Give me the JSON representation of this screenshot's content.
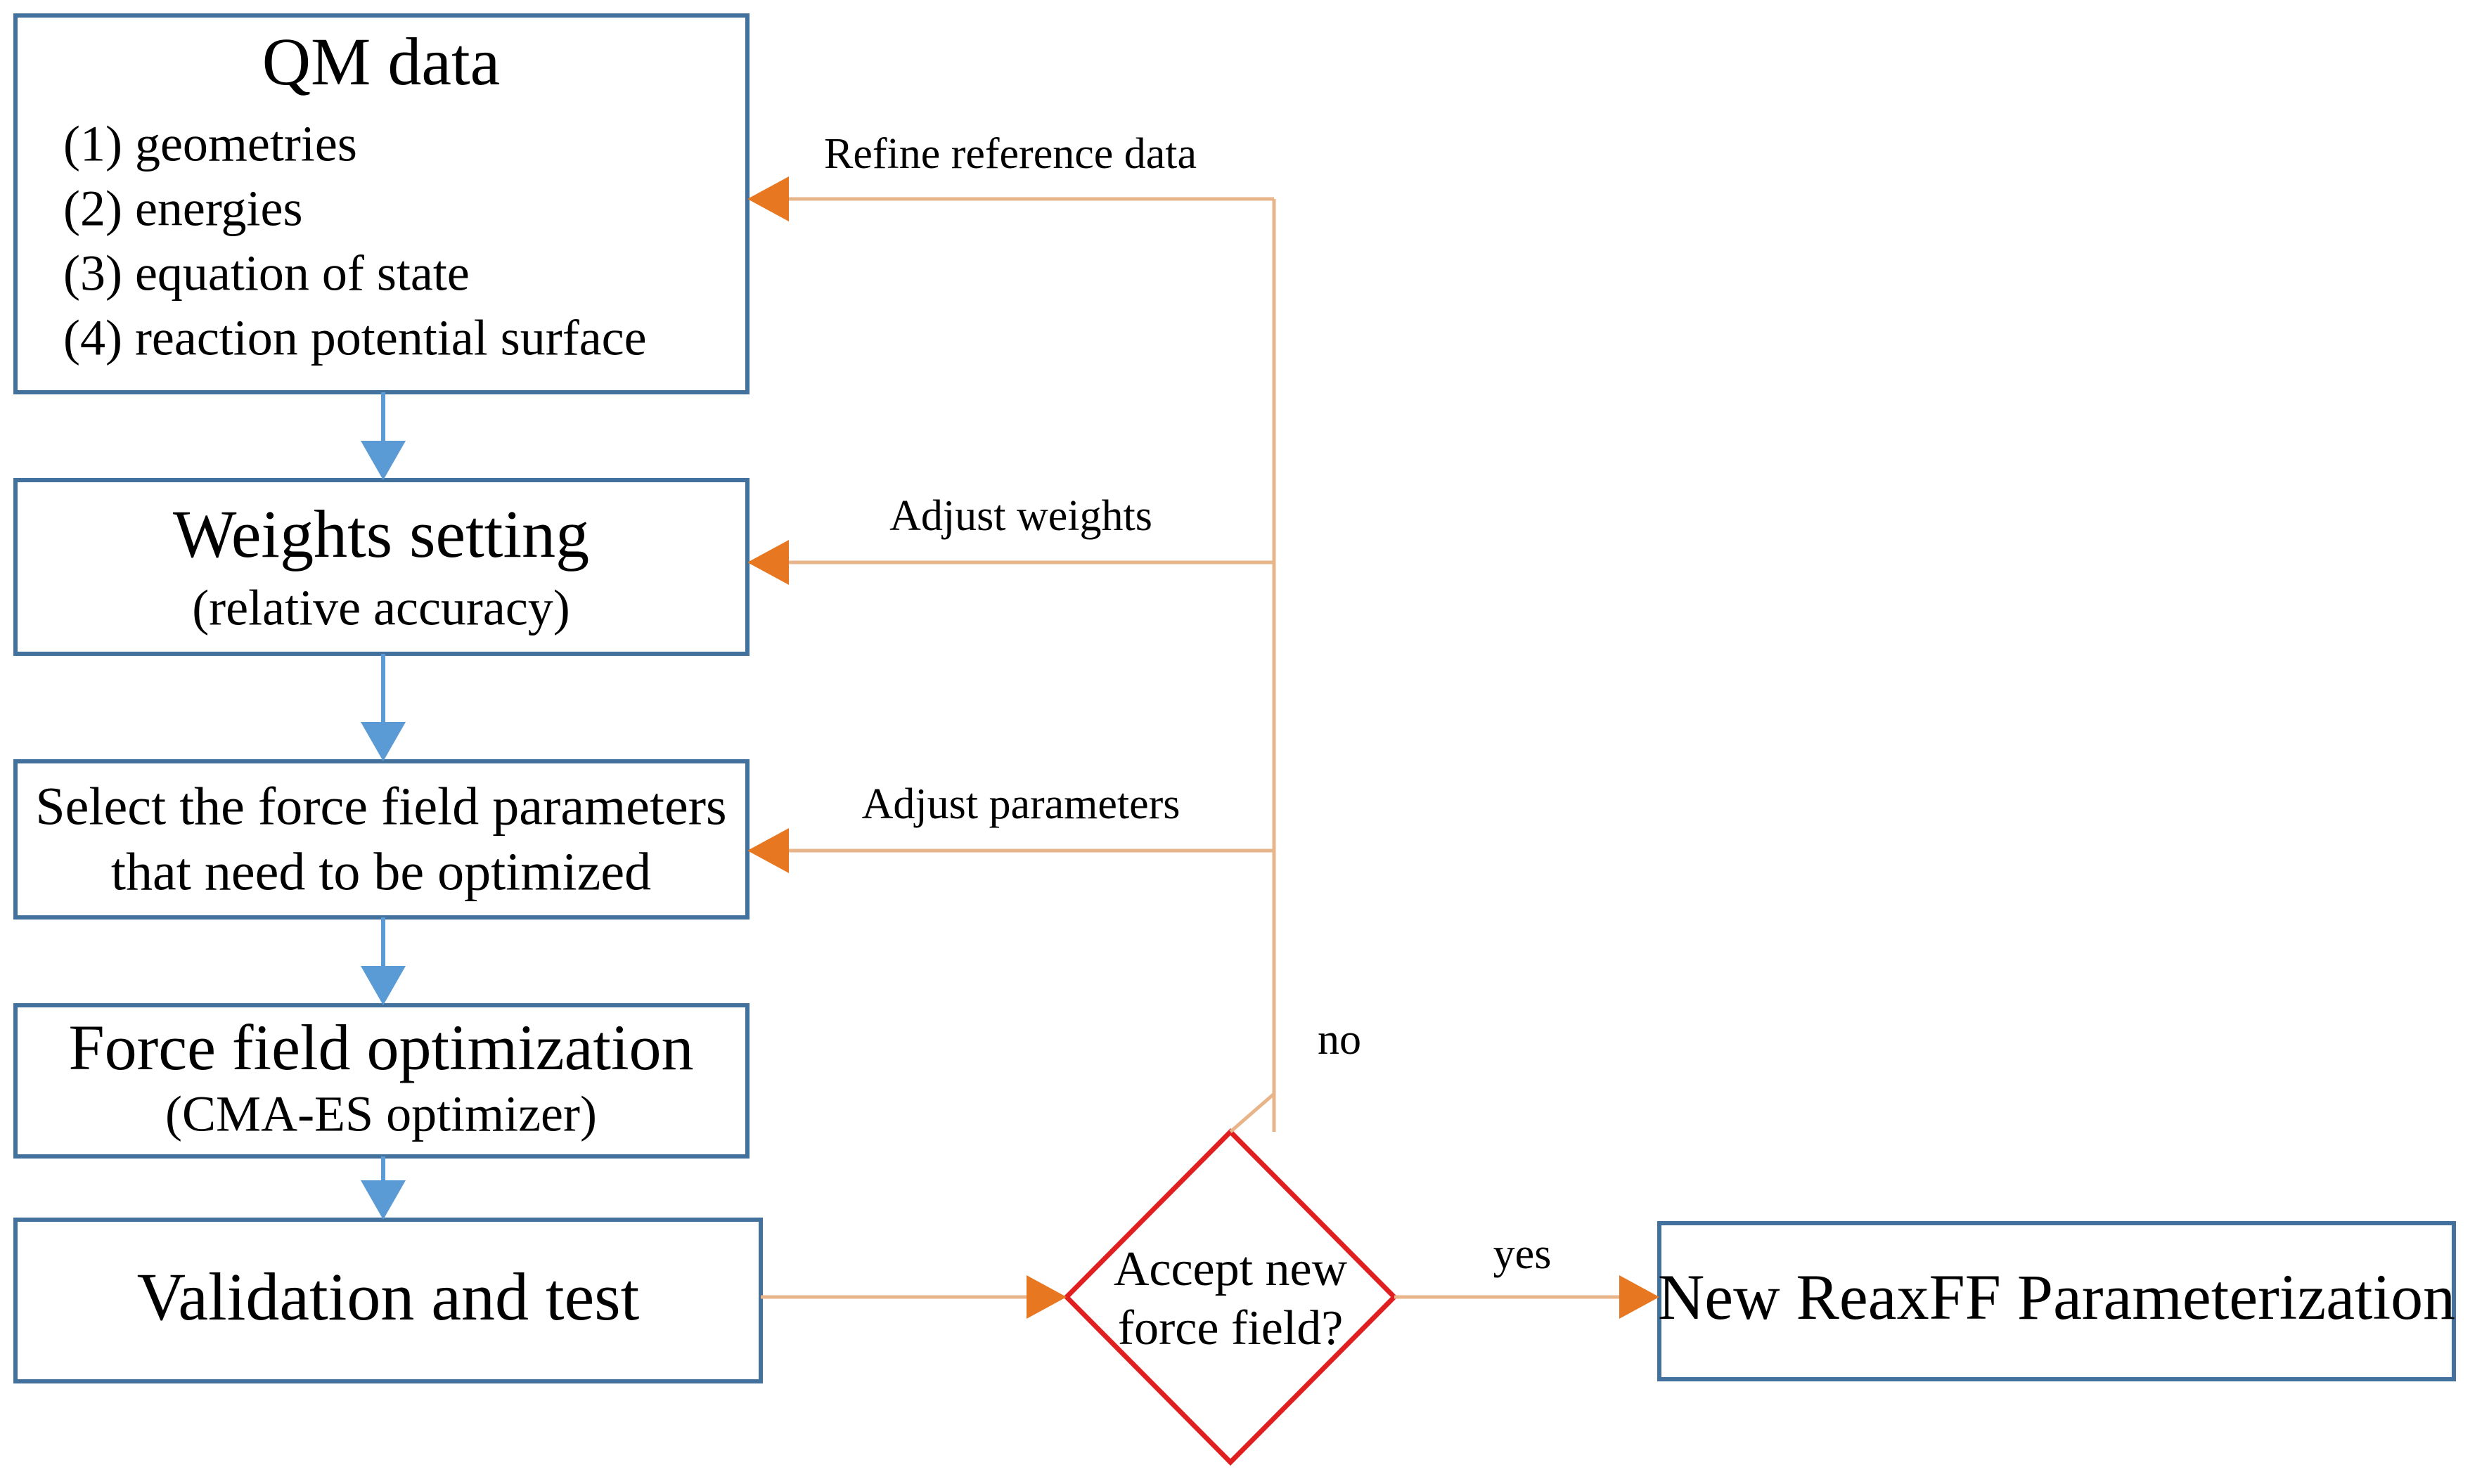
{
  "diagram": {
    "title": "ReaxFF force field parameterization workflow",
    "colors": {
      "box_border": "#41719C",
      "diamond_border": "#E02020",
      "blue_connector": "#5B9BD5",
      "orange_connector": "#E8B48A",
      "orange_arrowhead": "#E87722",
      "background": "#FFFFFF",
      "text": "#000000"
    },
    "nodes": {
      "qm_data": {
        "type": "process",
        "title": "QM data",
        "items": [
          "(1) geometries",
          "(2) energies",
          "(3) equation of state",
          "(4) reaction potential surface"
        ]
      },
      "weights_setting": {
        "type": "process",
        "title": "Weights setting",
        "subtitle": "(relative accuracy)"
      },
      "select_parameters": {
        "type": "process",
        "line1": "Select the force field parameters",
        "line2": "that need to be optimized"
      },
      "force_field_optimization": {
        "type": "process",
        "title": "Force field optimization",
        "subtitle": "(CMA-ES optimizer)"
      },
      "validation_and_test": {
        "type": "process",
        "title": "Validation and test"
      },
      "accept_decision": {
        "type": "decision",
        "line1": "Accept new",
        "line2": "force field?"
      },
      "new_parameterization": {
        "type": "terminal",
        "title": "New ReaxFF Parameterization"
      }
    },
    "edges": {
      "refine_reference_data": "Refine reference data",
      "adjust_weights": "Adjust weights",
      "adjust_parameters": "Adjust parameters",
      "decision_no": "no",
      "decision_yes": "yes"
    }
  }
}
